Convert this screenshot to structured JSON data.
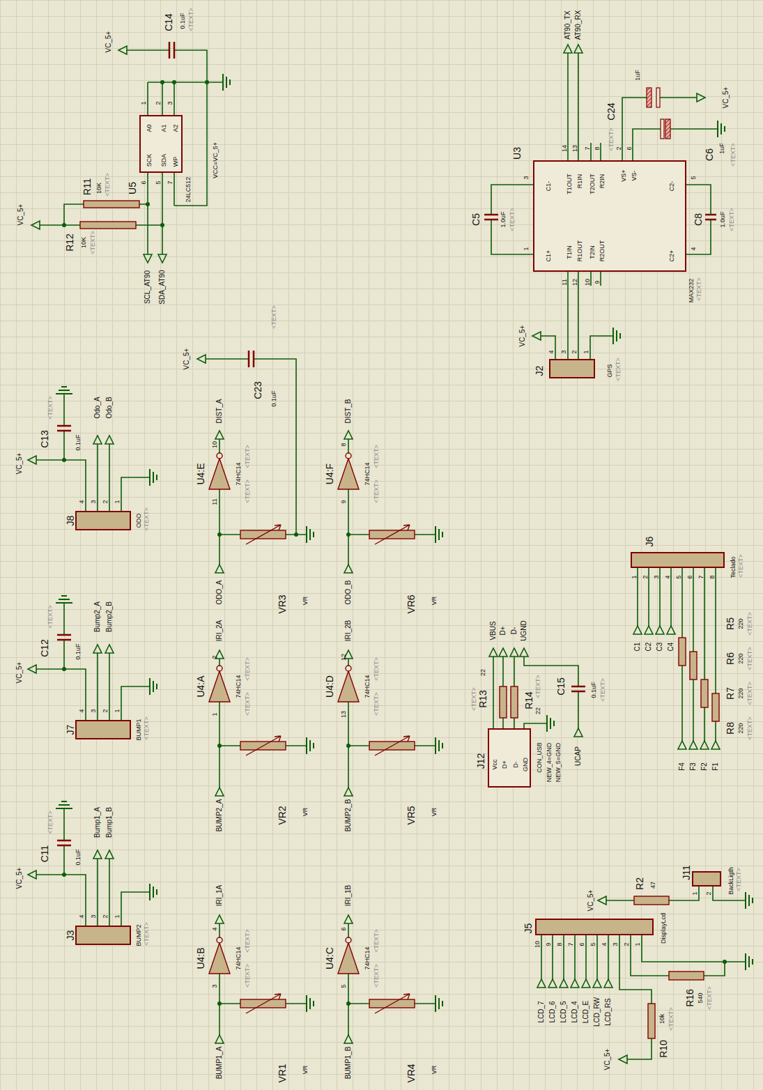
{
  "diagram": {
    "nodes": [
      {
        "text": [
          "U3",
          "MAX232",
          "C1-",
          "C1+",
          "T1OUT",
          "R1IN",
          "T2OUT",
          "R2IN",
          "VS+",
          "VS-",
          "C2-",
          "C2+",
          "T1IN",
          "R1OUT",
          "T2IN",
          "R2OUT"
        ]
      },
      {
        "text": [
          "U5",
          "24LC512",
          "A0",
          "A1",
          "A2",
          "SCK",
          "SDA",
          "WP"
        ]
      },
      {
        "text": [
          "J2",
          "GPS"
        ]
      },
      {
        "text": [
          "J12",
          "Vcc",
          "D+",
          "D-",
          "GND",
          "CON_USB",
          "NEW_4=GND",
          "NEW_5=GND"
        ]
      },
      {
        "text": [
          "J6",
          "Teclado"
        ]
      },
      {
        "text": [
          "J11",
          "BackLigth"
        ]
      },
      {
        "text": [
          "J5",
          "DisplayLcd"
        ]
      },
      {
        "text": [
          "J8",
          "ODO"
        ]
      },
      {
        "text": [
          "J7",
          "BUMP1"
        ]
      },
      {
        "text": [
          "J3",
          "BUMP2"
        ]
      }
    ],
    "edges": [
      {
        "from": 2,
        "to": 0,
        "arrow": "none"
      },
      {
        "from": 2,
        "to": 0,
        "arrow": "none"
      }
    ],
    "labels": [
      "VC_5+",
      "C14",
      "0.1uF",
      "<TEXT>",
      "1",
      "2",
      "3",
      "6",
      "5",
      "7",
      "VCC=VC_5+",
      "R11",
      "10K",
      "<TEXT>",
      "R12",
      "10K",
      "<TEXT>",
      "VC_5+",
      "SCL_AT90",
      "SDA_AT90",
      "VC_5+",
      "C13",
      "0.1uF",
      "<TEXT>",
      "4",
      "3",
      "2",
      "1",
      "Odo_A",
      "Odo_B",
      "<TEXT>",
      "VC_5+",
      "C12",
      "0.1uF",
      "<TEXT>",
      "4",
      "3",
      "2",
      "1",
      "Bump2_A",
      "Bump2_B",
      "<TEXT>",
      "VC_5+",
      "C11",
      "0.1uF",
      "<TEXT>",
      "4",
      "3",
      "2",
      "1",
      "Bump1_A",
      "Bump1_B",
      "<TEXT>",
      "VC_5+",
      "C23",
      "0.1uF",
      "<TEXT>",
      "U4:E",
      "74HC14",
      "<TEXT>",
      "<TEXT>",
      "10",
      "11",
      "DIST_A",
      "ODO_A",
      "VR3",
      "VR",
      "U4:F",
      "74HC14",
      "<TEXT>",
      "<TEXT>",
      "8",
      "9",
      "DIST_B",
      "ODO_B",
      "VR6",
      "VR",
      "U4:A",
      "74HC14",
      "<TEXT>",
      "<TEXT>",
      "2",
      "1",
      "IRI_2A",
      "BUMP2_A",
      "VR2",
      "VR",
      "U4:D",
      "74HC14",
      "<TEXT>",
      "<TEXT>",
      "12",
      "13",
      "IRI_2B",
      "BUMP2_B",
      "VR5",
      "VR",
      "U4:B",
      "74HC14",
      "<TEXT>",
      "<TEXT>",
      "4",
      "3",
      "IRI_1A",
      "BUMP1_A",
      "VR1",
      "VR",
      "U4:C",
      "74HC14",
      "<TEXT>",
      "<TEXT>",
      "6",
      "5",
      "IRI_1B",
      "BUMP1_B",
      "VR4",
      "VR",
      "14",
      "13",
      "7",
      "8",
      "2",
      "6",
      "11",
      "12",
      "10",
      "9",
      "3",
      "1",
      "5",
      "4",
      "<TEXT>",
      "AT90_TX",
      "AT90_RX",
      "C5",
      "1.0uF",
      "<TEXT>",
      "C8",
      "1.0uF",
      "<TEXT>",
      "C24",
      "<TEXT>",
      "1uF",
      "VC_5+",
      "C6",
      "1uF",
      "<TEXT>",
      "4",
      "3",
      "2",
      "1",
      "VC_5+",
      "<TEXT>",
      "VBUS",
      "D+",
      "D-",
      "UGND",
      "R13",
      "22",
      "<TEXT>",
      "R14",
      "22",
      "<TEXT>",
      "C15",
      "0.1uF",
      "<TEXT>",
      "UCAP",
      "1",
      "2",
      "3",
      "4",
      "5",
      "6",
      "7",
      "8",
      "C1",
      "C2",
      "C3",
      "C4",
      "R5",
      "220",
      "<TEXT>",
      "R6",
      "220",
      "<TEXT>",
      "R7",
      "220",
      "<TEXT>",
      "R8",
      "220",
      "<TEXT>",
      "F4",
      "F3",
      "F2",
      "F1",
      "<TEXT>",
      "1",
      "2",
      "<TEXT>",
      "VC_5+",
      "R2",
      "47",
      "10",
      "9",
      "8",
      "7",
      "6",
      "5",
      "4",
      "3",
      "2",
      "1",
      "LCD_7",
      "LCD_6",
      "LCD_5",
      "LCD_4",
      "LCD_E",
      "LCD_RW",
      "LCD_RS",
      "R10",
      "10k",
      "<TEXT>",
      "R16",
      "540",
      "<TEXT>",
      "VC_5+"
    ]
  }
}
